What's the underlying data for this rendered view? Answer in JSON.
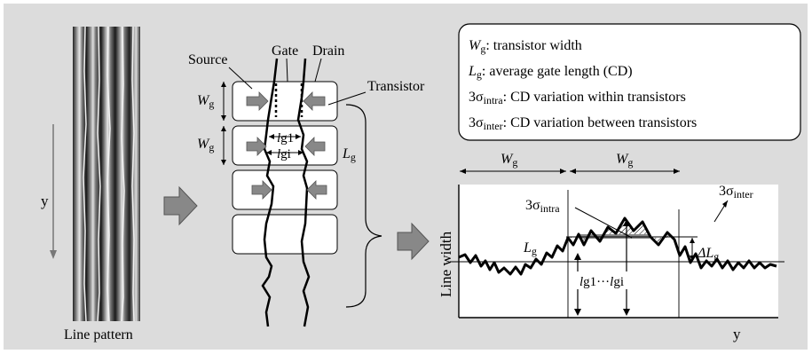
{
  "sem": {
    "y_axis_symbol": "y",
    "caption": "Line pattern"
  },
  "transistor": {
    "source": "Source",
    "gate": "Gate",
    "drain": "Drain",
    "transistor": "Transistor",
    "wg": "W",
    "wg_sub": "g",
    "lg": "L",
    "lg_sub": "g",
    "lg1": "l",
    "lg1_sub": "g1",
    "lgi": "l",
    "lgi_sub": "gi"
  },
  "legend": {
    "line1_sym": "W",
    "line1_sub": "g",
    "line1_text": ": transistor width",
    "line2_sym": "L",
    "line2_sub": "g",
    "line2_text": ": average gate length (CD)",
    "line3_sym": "3σ",
    "line3_sub": "intra",
    "line3_text": ": CD variation within transistors",
    "line4_sym": "3σ",
    "line4_sub": "inter",
    "line4_text": ": CD variation between transistors"
  },
  "plot": {
    "ylabel": "Line width",
    "xlabel": "y",
    "wg1": "W",
    "wg1_sub": "g",
    "wg2": "W",
    "wg2_sub": "g",
    "sigma_intra": "3σ",
    "sigma_intra_sub": "intra",
    "sigma_inter": "3σ",
    "sigma_inter_sub": "inter",
    "lg": "L",
    "lg_sub": "g",
    "delta_lg": "ΔL",
    "delta_lg_sub": "g",
    "range_a": "l",
    "range_a_sub": "g1",
    "range_dots": "···",
    "range_b": "l",
    "range_b_sub": "gi"
  },
  "colors": {
    "background": "#dcdcdc",
    "panel": "#ffffff",
    "arrow_fill": "#888888",
    "sem_dark": "#1e1e1e",
    "sem_bright": "#e6e6e6"
  }
}
